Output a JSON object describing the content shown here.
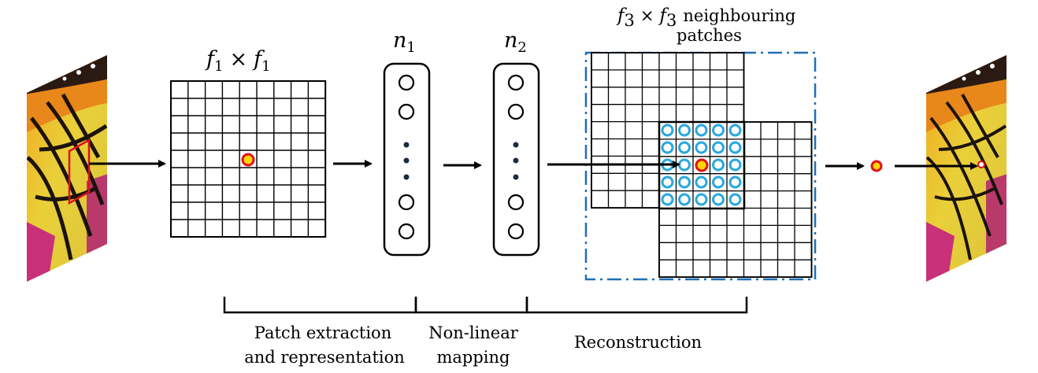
{
  "labels": {
    "f1": {
      "base": "f",
      "sub": "1",
      "times": "×"
    },
    "n1": {
      "base": "n",
      "sub": "1"
    },
    "n2": {
      "base": "n",
      "sub": "2"
    },
    "f3_caption": {
      "base": "f",
      "sub": "3",
      "times": "×",
      "rest": "neighbouring",
      "line2": "patches"
    },
    "stage_patch": [
      "Patch extraction",
      "and representation"
    ],
    "stage_nonlinear": [
      "Non-linear",
      "mapping"
    ],
    "stage_recon": [
      "Reconstruction"
    ]
  },
  "colors": {
    "grid": "#000000",
    "dashed_box": "#1f6fb8",
    "neighbour_circle": "#29a8e0",
    "pixel_fill": "#ffd400",
    "pixel_ring": "#e0101a",
    "node_dot": "#1c2a44",
    "input_patch_outline": "#e0101a"
  },
  "icons": {
    "input_image": "butterfly-lowres-image",
    "output_image": "butterfly-highres-image"
  }
}
